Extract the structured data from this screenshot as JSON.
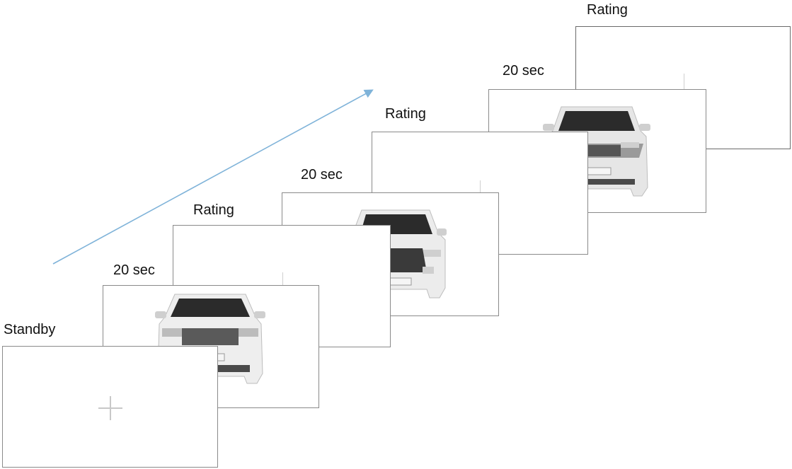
{
  "diagram": {
    "arrow_color": "#7fb3d9",
    "steps": [
      {
        "label": "Standby",
        "content": "fixation-cross"
      },
      {
        "label": "20 sec",
        "content": "car-image"
      },
      {
        "label": "Rating",
        "content": "rating-screen"
      },
      {
        "label": "20 sec",
        "content": "car-image"
      },
      {
        "label": "Rating",
        "content": "rating-screen"
      },
      {
        "label": "20 sec",
        "content": "car-image"
      },
      {
        "label": "Rating",
        "content": "rating-screen"
      }
    ]
  }
}
